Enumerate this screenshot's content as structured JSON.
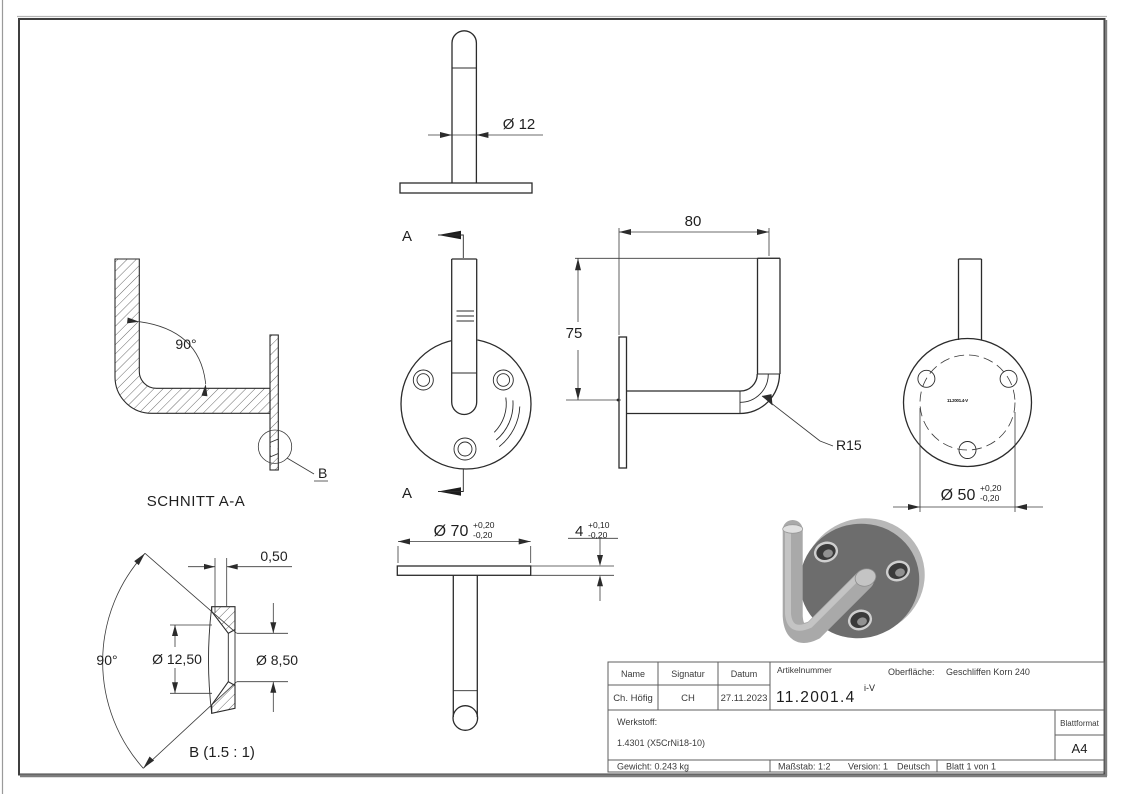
{
  "colors": {
    "line": "#2b2b2b",
    "dim_line": "#3a3a3a",
    "title_block_border": "#5f5f5f",
    "render_plate_grey": "#6d6d6d",
    "render_tube_grey": "#adadad",
    "paper": "#ffffff"
  },
  "views": {
    "section_aa": {
      "label": "SCHNITT A-A",
      "angle": "90°",
      "detail_ref": "B"
    },
    "detail_b": {
      "label": "B (1.5 : 1)",
      "angle": "90°",
      "dim_land": "0,50",
      "dim_countersink": "Ø 12,50",
      "dim_bore": "Ø 8,50"
    },
    "top_view": {
      "dim_post_diameter": "Ø 12"
    },
    "front_view": {
      "section_marker": "A"
    },
    "side_view": {
      "dim_width": "80",
      "dim_height": "75",
      "dim_bend_radius": "R15"
    },
    "back_view": {
      "dim_bolt_circle": "Ø 50",
      "tol_plus": "+0,20",
      "tol_minus": "-0,20",
      "marking": "11.2001.4-V"
    },
    "bottom_view": {
      "dim_flange": "Ø 70",
      "flange_tol_plus": "+0,20",
      "flange_tol_minus": "-0,20",
      "dim_thickness": "4",
      "thickness_tol_plus": "+0,10",
      "thickness_tol_minus": "-0,20"
    }
  },
  "title_block": {
    "headers": {
      "name": "Name",
      "signatur": "Signatur",
      "datum": "Datum",
      "artikelnummer": "Artikelnummer"
    },
    "values": {
      "name": "Ch. Höfig",
      "signatur": "CH",
      "datum": "27.11.2023",
      "artikelnummer": "11.2001.4",
      "artikelnummer_suffix": "i-V"
    },
    "oberflaeche_label": "Oberfläche:",
    "oberflaeche_value": "Geschliffen Korn 240",
    "werkstoff_label": "Werkstoff:",
    "werkstoff_value": "1.4301 (X5CrNi18-10)",
    "blattformat_label": "Blattformat",
    "blattformat_value": "A4",
    "gewicht": "Gewicht: 0.243 kg",
    "massstab": "Maßstab: 1:2",
    "version": "Version: 1",
    "sprache": "Deutsch",
    "blatt": "Blatt 1 von 1"
  }
}
